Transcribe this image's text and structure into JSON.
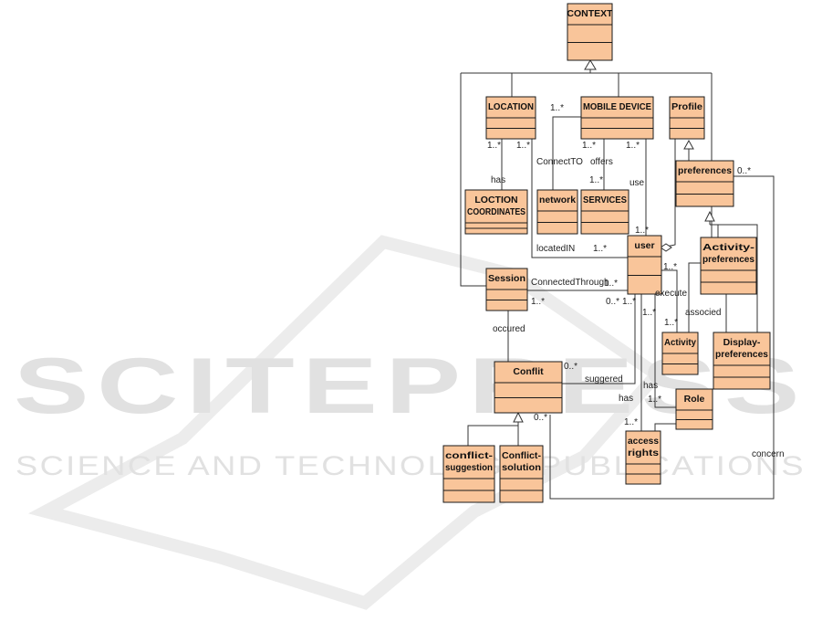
{
  "watermark": {
    "main": "SCITEPRESS",
    "sub": "SCIENCE AND TECHNOLOGY PUBLICATIONS"
  },
  "classes": {
    "context": {
      "name": "CONTEXT"
    },
    "location": {
      "name": "LOCATION"
    },
    "mobile_device": {
      "name": "MOBILE DEVICE"
    },
    "profile": {
      "name": "Profile"
    },
    "preferences": {
      "name": "preferences"
    },
    "loction_coordinates": {
      "name": [
        "LOCTION",
        "COORDINATES"
      ]
    },
    "network": {
      "name": "network"
    },
    "services": {
      "name": "SERVICES"
    },
    "user": {
      "name": "user"
    },
    "activity_preferences": {
      "name": [
        "Activity-",
        "preferences"
      ]
    },
    "session": {
      "name": "Session"
    },
    "activity": {
      "name": "Activity"
    },
    "display_preferences": {
      "name": [
        "Display-",
        "preferences"
      ]
    },
    "conflit": {
      "name": "Conflit"
    },
    "role": {
      "name": "Role"
    },
    "access_rights": {
      "name": [
        "access",
        "rights"
      ]
    },
    "conflict_suggestion": {
      "name": [
        "conflict-",
        "suggestion"
      ]
    },
    "conflict_solution": {
      "name": [
        "Conflict-",
        "solution"
      ]
    }
  },
  "labels": {
    "loc_coord_has": "has",
    "loc_mult_left": "1..*",
    "loc_mult_right": "1..*",
    "mobile_mult_top": "1..*",
    "connect_to": "ConnectTO",
    "offers": "offers",
    "mobile_mult_offers": "1..*",
    "mobile_mult_user": "1..*",
    "services_mult": "1..*",
    "use": "use",
    "user_mult_use": "1..*",
    "located_in": "locatedIN",
    "located_in_mult": "1..*",
    "pref_mult": "0..*",
    "user_exec_mult": "1..*",
    "execute": "execute",
    "connected_through": "ConnectedThrough",
    "connected_mult_user": "1..*",
    "session_mult": "1..*",
    "user_mult_conflit": "0..*",
    "user_mult_b": "1..*",
    "user_mult_c": "1..*",
    "associed": "associed",
    "activity_mult": "1..*",
    "occured": "occured",
    "conflit_mult_top": "0..*",
    "suggered": "suggered",
    "has_role": "has",
    "has_access": "has",
    "role_mult": "1..*",
    "access_mult": "1..*",
    "conflit_mult_bottom": "0..*",
    "concern": "concern"
  }
}
